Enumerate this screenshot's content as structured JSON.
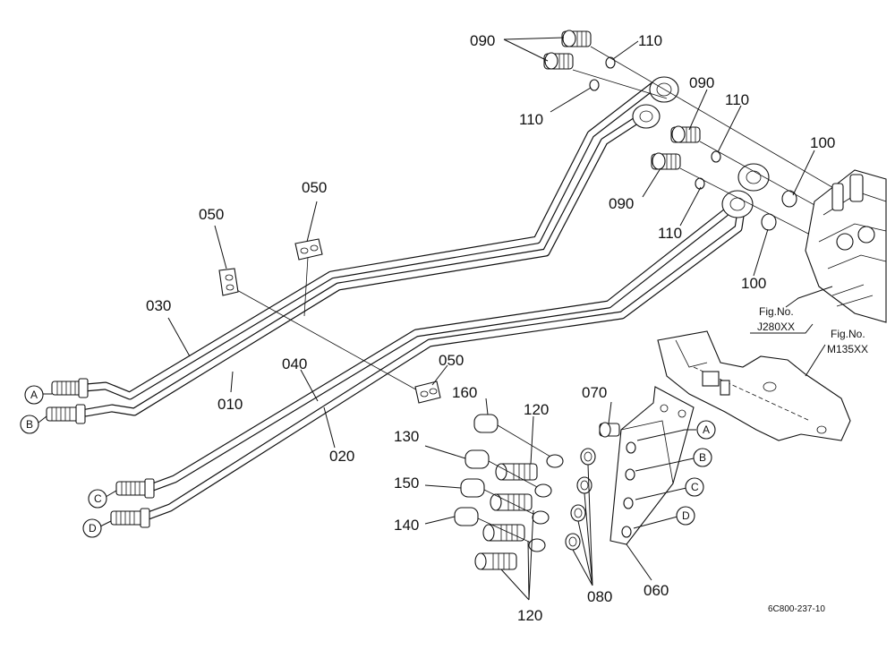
{
  "labels": {
    "p090a": "090",
    "p110a": "110",
    "p110b": "110",
    "p090b": "090",
    "p110c": "110",
    "p100a": "100",
    "p090c": "090",
    "p110d": "110",
    "p100b": "100",
    "p050a": "050",
    "p050b": "050",
    "p050c": "050",
    "p030": "030",
    "p010": "010",
    "p040": "040",
    "p020": "020",
    "p160": "160",
    "p120a": "120",
    "p070": "070",
    "p130": "130",
    "p150": "150",
    "p140": "140",
    "p080": "080",
    "p060": "060",
    "p120b": "120"
  },
  "figure_refs": {
    "fig1_line1": "Fig.No.",
    "fig1_line2": "J280XX",
    "fig2_line1": "Fig.No.",
    "fig2_line2": "M135XX"
  },
  "ports": {
    "left": [
      "A",
      "B",
      "C",
      "D"
    ],
    "bracket": [
      "A",
      "B",
      "C",
      "D"
    ]
  },
  "drawing_number": "6C800-237-10"
}
